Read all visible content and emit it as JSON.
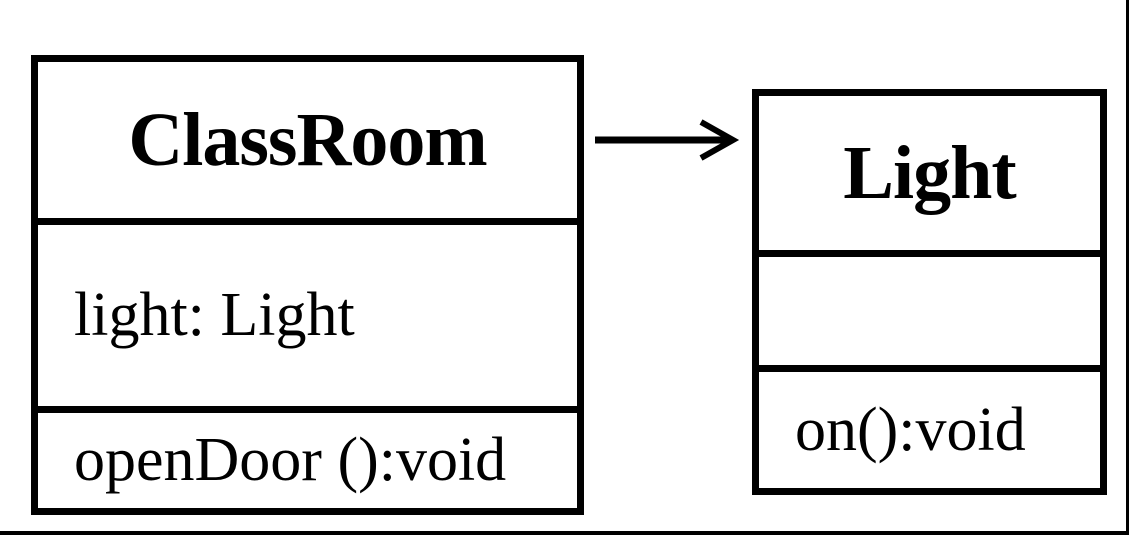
{
  "diagram": {
    "type": "UML class diagram",
    "background_color": "#ffffff",
    "line_color": "#000000",
    "classes": [
      {
        "name": "ClassRoom",
        "attributes": [
          "light: Light"
        ],
        "methods": [
          "openDoor ():void"
        ]
      },
      {
        "name": "Light",
        "attributes": [],
        "methods": [
          "on():void"
        ]
      }
    ],
    "relations": [
      {
        "type": "directed-association",
        "from": "ClassRoom",
        "to": "Light",
        "arrowhead": "open"
      }
    ]
  }
}
